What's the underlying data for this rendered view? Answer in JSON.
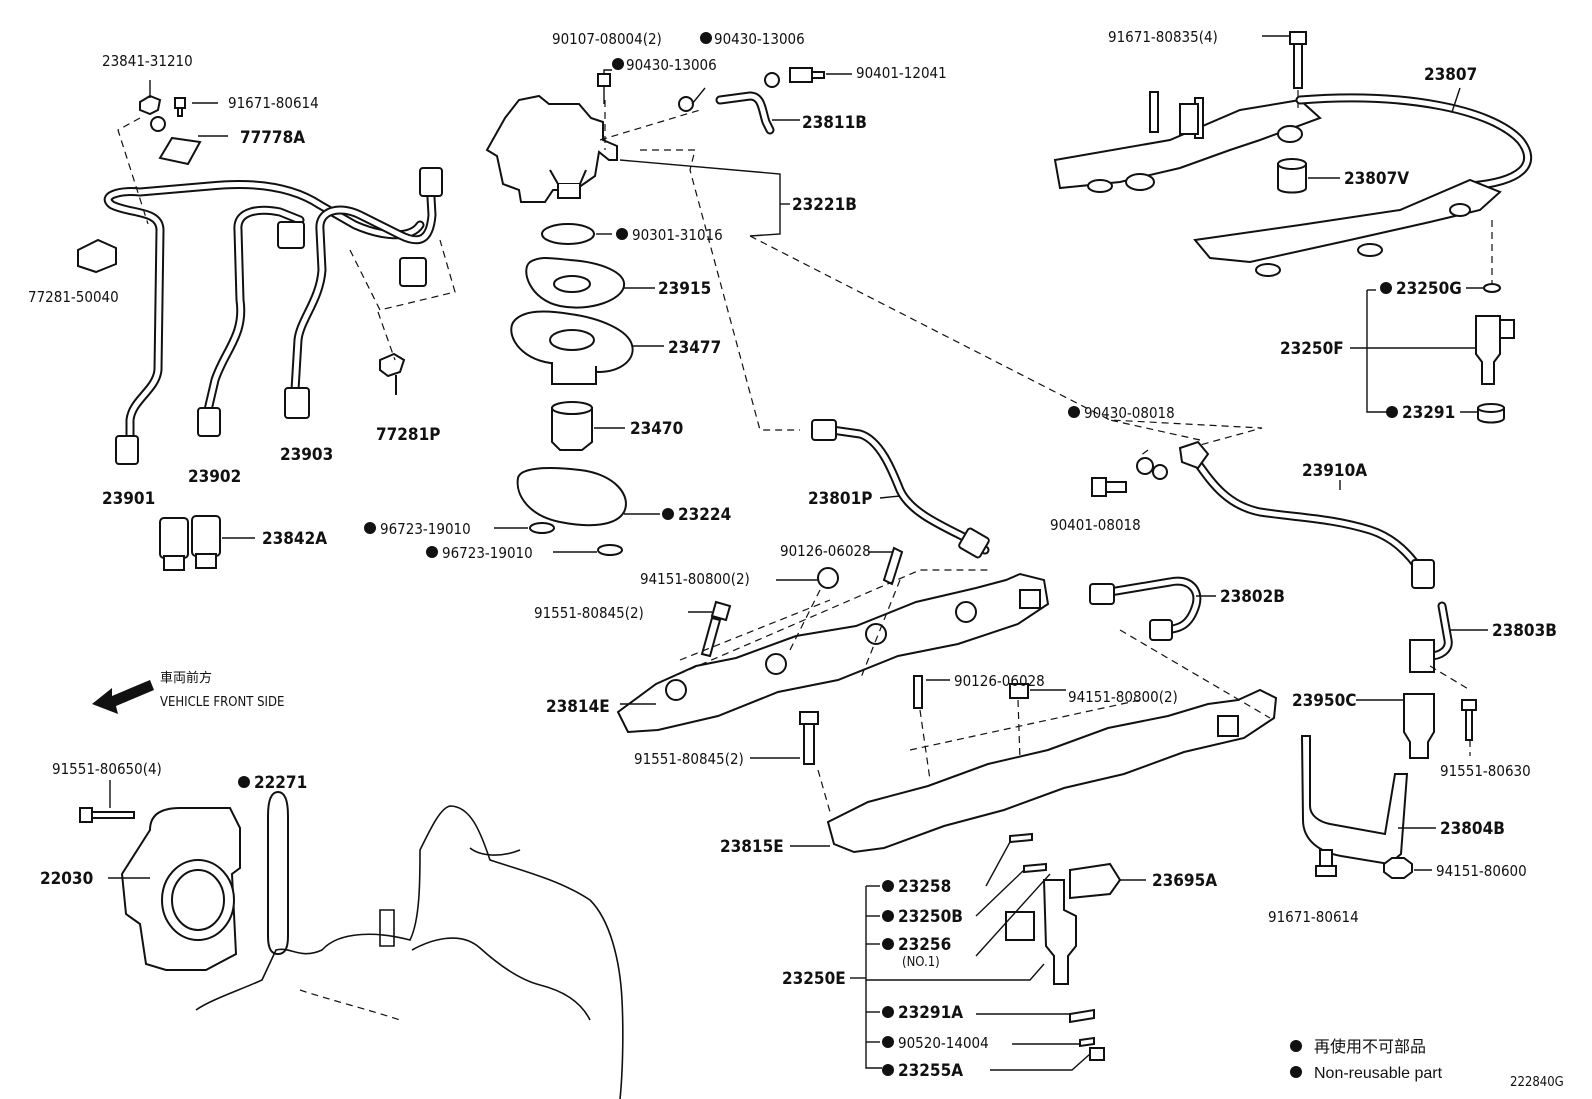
{
  "diagram": {
    "code": "222840G",
    "direction_jp": "車両前方",
    "direction_en": "VEHICLE FRONT SIDE",
    "legend_jp": "再使用不可部品",
    "legend_en": "Non-reusable part"
  },
  "labels": {
    "p23841": "23841-31210",
    "p91671_80614a": "91671-80614",
    "p77778A": "77778A",
    "p77281_50040": "77281-50040",
    "p23901": "23901",
    "p23902": "23902",
    "p23903": "23903",
    "p77281P": "77281P",
    "p23842A": "23842A",
    "p90107": "90107-08004(2)",
    "p90430_13006a": "90430-13006",
    "p90430_13006b": "90430-13006",
    "p90401_12041": "90401-12041",
    "p23811B": "23811B",
    "p23221B": "23221B",
    "p90301": "90301-31016",
    "p23915": "23915",
    "p23477": "23477",
    "p23470": "23470",
    "p23224": "23224",
    "p96723a": "96723-19010",
    "p96723b": "96723-19010",
    "p91671_80835": "91671-80835(4)",
    "p23807": "23807",
    "p23807V": "23807V",
    "p23250G": "23250G",
    "p23250F": "23250F",
    "p23291": "23291",
    "p90430_08018": "90430-08018",
    "p90401_08018": "90401-08018",
    "p23910A": "23910A",
    "p23801P": "23801P",
    "p90126_a": "90126-06028",
    "p94151_a": "94151-80800(2)",
    "p91551_80845a": "91551-80845(2)",
    "p23802B": "23802B",
    "p23803B": "23803B",
    "p23814E": "23814E",
    "p90126_b": "90126-06028",
    "p94151_b": "94151-80800(2)",
    "p91551_80845b": "91551-80845(2)",
    "p23950C": "23950C",
    "p91551_80630": "91551-80630",
    "p23804B": "23804B",
    "p94151_80600": "94151-80600",
    "p91671_80614b": "91671-80614",
    "p23815E": "23815E",
    "p23258": "23258",
    "p23250B": "23250B",
    "p23256": "23256",
    "p23256_note": "(NO.1)",
    "p23695A": "23695A",
    "p23250E": "23250E",
    "p23291A": "23291A",
    "p90520": "90520-14004",
    "p23255A": "23255A",
    "p91551_80650": "91551-80650(4)",
    "p22271": "22271",
    "p22030": "22030"
  }
}
